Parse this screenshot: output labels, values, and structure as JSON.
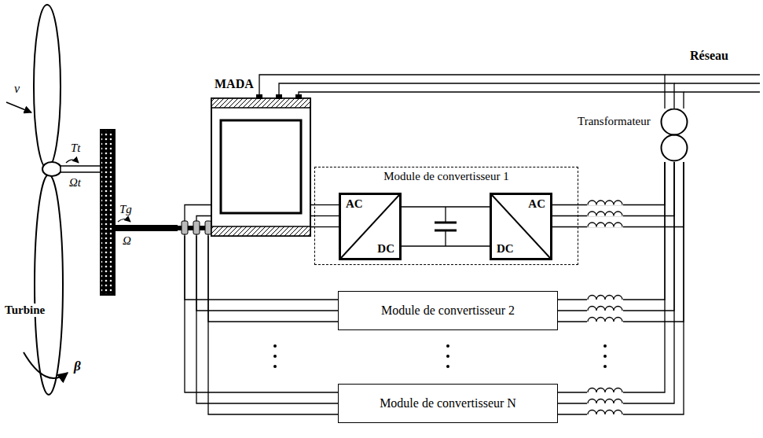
{
  "diagram": {
    "nodes": [
      {
        "text": [
          "MADA"
        ]
      },
      {
        "text": [
          "Module de convertisseur 1"
        ]
      },
      {
        "text": [
          "AC",
          "DC"
        ],
        "in": 1
      },
      {
        "text": [
          "AC",
          "DC"
        ],
        "in": 1
      },
      {
        "text": [
          "Module de convertisseur 2"
        ]
      },
      {
        "text": [
          "Module de convertisseur N"
        ]
      },
      {
        "text": [
          "Transformateur"
        ]
      }
    ],
    "edges": [
      {
        "from": 0,
        "to": 1,
        "arrow": "none"
      },
      {
        "from": 0,
        "to": 4,
        "arrow": "none"
      },
      {
        "from": 0,
        "to": 5,
        "arrow": "none"
      },
      {
        "from": 2,
        "to": 3,
        "arrow": "none"
      },
      {
        "from": 1,
        "to": 6,
        "arrow": "none"
      },
      {
        "from": 4,
        "to": 6,
        "arrow": "none"
      },
      {
        "from": 5,
        "to": 6,
        "arrow": "none"
      },
      {
        "from": 0,
        "to": 6,
        "arrow": "none"
      }
    ],
    "labels": [
      "Réseau",
      "Turbine",
      "v",
      "Tt",
      "Ωt",
      "Tg",
      "Ω",
      "β"
    ]
  }
}
